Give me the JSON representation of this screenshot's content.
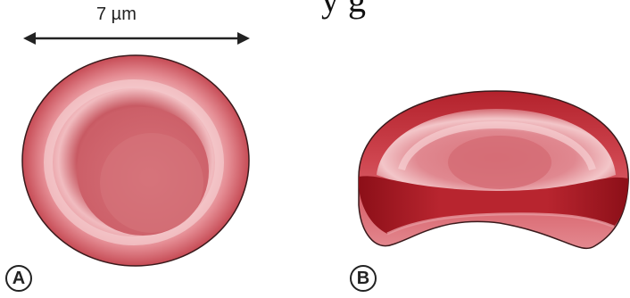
{
  "caption_fragment": "y         g",
  "measurement": {
    "label": "7 µm"
  },
  "panels": {
    "a": {
      "label": "A"
    },
    "b": {
      "label": "B"
    }
  },
  "colors": {
    "cell_outer": "#c9535c",
    "cell_mid": "#d9727a",
    "cell_highlight": "#f3c3c6",
    "cell_center": "#cf6169",
    "cell_dark": "#9e1620",
    "outline": "#2a1a1a"
  }
}
